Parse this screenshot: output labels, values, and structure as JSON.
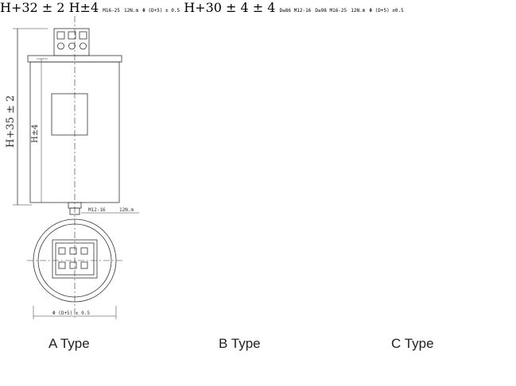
{
  "types": [
    {
      "name": "A Type",
      "height_tolerance": "H+35 ± 2",
      "height_label": "H±4",
      "bolt_spec": [
        "M12-16"
      ],
      "torque": "12N.m",
      "diameter": "Φ (D+5) ± 0.5"
    },
    {
      "name": "B Type",
      "height_tolerance": "H+32 ± 2",
      "height_label": "H±4",
      "bolt_spec": [
        "M16-25"
      ],
      "torque": "12N.m",
      "diameter": "Φ (D+5) ± 0.5"
    },
    {
      "name": "C Type",
      "height_tolerance": "H+30 ± 4",
      "height_label": "± 4",
      "bolt_spec": [
        "D≤86 M12-16",
        "D≥98 M16-25"
      ],
      "torque": "12N.m",
      "diameter": "Φ (D+5) ±0.5"
    }
  ]
}
